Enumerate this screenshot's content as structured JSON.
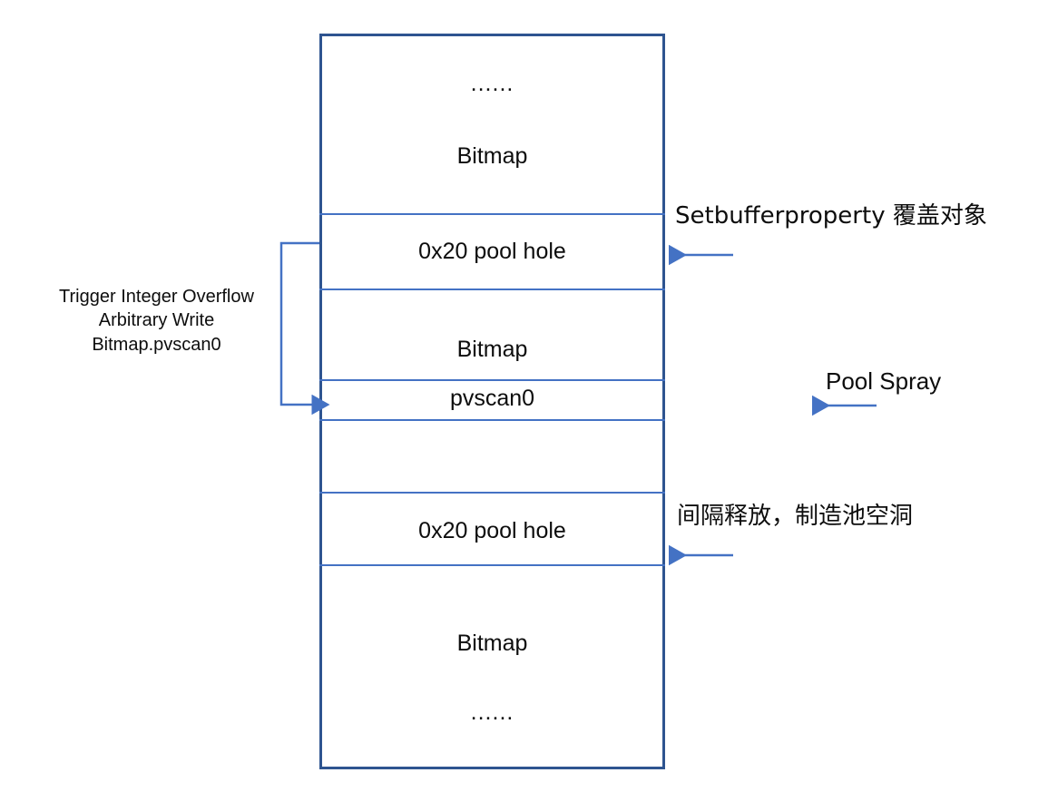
{
  "diagram": {
    "title": "Windows kernel pool layout grooming diagram",
    "colors": {
      "outer_border": "#2E5490",
      "divider": "#4472C4",
      "arrow": "#4472C4",
      "text": "#0d0d0d",
      "background": "#ffffff"
    },
    "pool_rows": [
      {
        "id": "row-top-bitmap",
        "ellipsis": "......",
        "label": "Bitmap"
      },
      {
        "id": "row-pool-hole-top",
        "label": "0x20 pool hole"
      },
      {
        "id": "row-bitmap-mid",
        "label": "Bitmap"
      },
      {
        "id": "row-pvscan0",
        "label": "pvscan0"
      },
      {
        "id": "row-empty",
        "label": ""
      },
      {
        "id": "row-pool-hole-bottom",
        "label": "0x20 pool hole"
      },
      {
        "id": "row-bottom-bitmap",
        "label": "Bitmap",
        "ellipsis": "......"
      }
    ],
    "left_annotation": {
      "line1": "Trigger Integer Overflow",
      "line2": "Arbitrary Write",
      "line3": "Bitmap.pvscan0"
    },
    "right_annotations": [
      {
        "id": "annotation-setbufferproperty",
        "text": "Setbufferproperty 覆盖对象"
      },
      {
        "id": "annotation-pool-spray",
        "text": "Pool Spray"
      },
      {
        "id": "annotation-free-holes",
        "text": "间隔释放，制造池空洞"
      }
    ]
  }
}
